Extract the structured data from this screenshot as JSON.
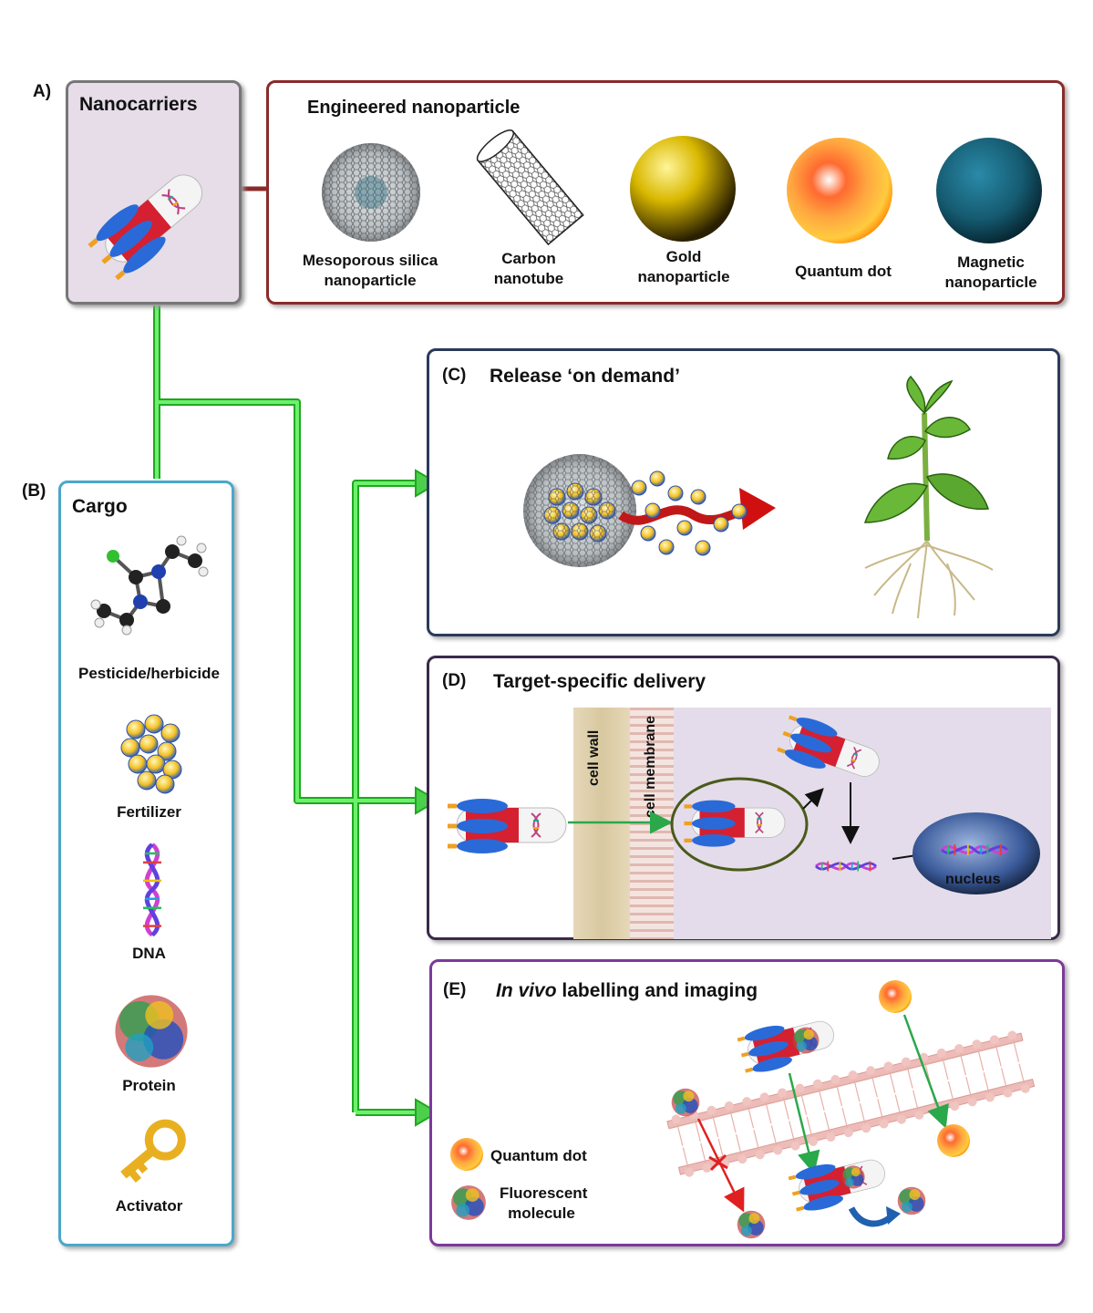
{
  "panel_a": {
    "letter": "A)",
    "nanocarriers_title": "Nanocarriers",
    "engineered_title": "Engineered nanoparticle",
    "particles": [
      {
        "label": "Mesoporous silica nanoparticle",
        "icon": "mesoporous-silica-icon"
      },
      {
        "label": "Carbon nanotube",
        "icon": "carbon-nanotube-icon"
      },
      {
        "label": "Gold nanoparticle",
        "icon": "gold-nanoparticle-icon"
      },
      {
        "label": "Quantum dot",
        "icon": "quantum-dot-icon"
      },
      {
        "label": "Magnetic nanoparticle",
        "icon": "magnetic-nanoparticle-icon"
      }
    ]
  },
  "panel_b": {
    "letter": "(B)",
    "title": "Cargo",
    "items": [
      {
        "label": "Pesticide/herbicide",
        "icon": "molecule-icon"
      },
      {
        "label": "Fertilizer",
        "icon": "fertilizer-icon"
      },
      {
        "label": "DNA",
        "icon": "dna-icon"
      },
      {
        "label": "Protein",
        "icon": "protein-icon"
      },
      {
        "label": "Activator",
        "icon": "key-icon"
      }
    ]
  },
  "panel_c": {
    "letter": "(C)",
    "title": "Release ‘on demand’"
  },
  "panel_d": {
    "letter": "(D)",
    "title": "Target-specific delivery",
    "cell_wall": "cell wall",
    "cell_membrane": "cell membrane",
    "nucleus": "nucleus"
  },
  "panel_e": {
    "letter": "(E)",
    "title_italic": "In vivo",
    "title_rest": " labelling and imaging",
    "legend_quantum_dot": "Quantum dot",
    "legend_fluorescent": "Fluorescent molecule"
  },
  "colors": {
    "panel_a_border": "#8b2a2a",
    "panel_b_border": "#4aa7c9",
    "panel_c_border": "#2a3a5a",
    "panel_d_border": "#3a2a4a",
    "panel_e_border": "#7a3a9a",
    "connector": "#3cc93c",
    "nanocarrier_bg": "#e6dde9"
  }
}
